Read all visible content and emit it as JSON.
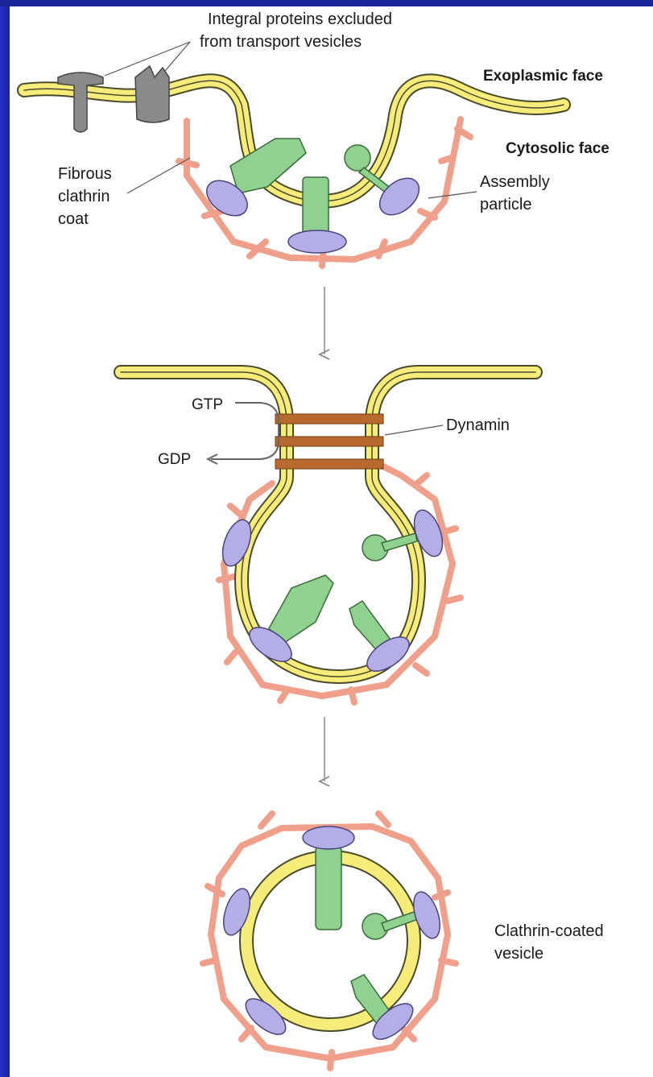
{
  "labels": {
    "excluded_line1": "Integral proteins excluded",
    "excluded_line2": "from transport vesicles",
    "exoplasmic_face": "Exoplasmic face",
    "cytosolic_face": "Cytosolic face",
    "fibrous_line1": "Fibrous",
    "fibrous_line2": "clathrin",
    "fibrous_line3": "coat",
    "assembly_line1": "Assembly",
    "assembly_line2": "particle",
    "gtp": "GTP",
    "gdp": "GDP",
    "dynamin": "Dynamin",
    "vesicle_line1": "Clathrin-coated",
    "vesicle_line2": "vesicle"
  },
  "colors": {
    "background": "#1a1f8c",
    "panel": "#ffffff",
    "membrane": "#f5ec7a",
    "membrane_edge": "#4a4a2a",
    "clathrin": "#f0a08a",
    "cargo_protein": "#8fd18f",
    "assembly_particle": "#b4aee6",
    "dynamin": "#b8692e",
    "excluded_protein": "#8a8a8a",
    "arrow": "#999999"
  }
}
